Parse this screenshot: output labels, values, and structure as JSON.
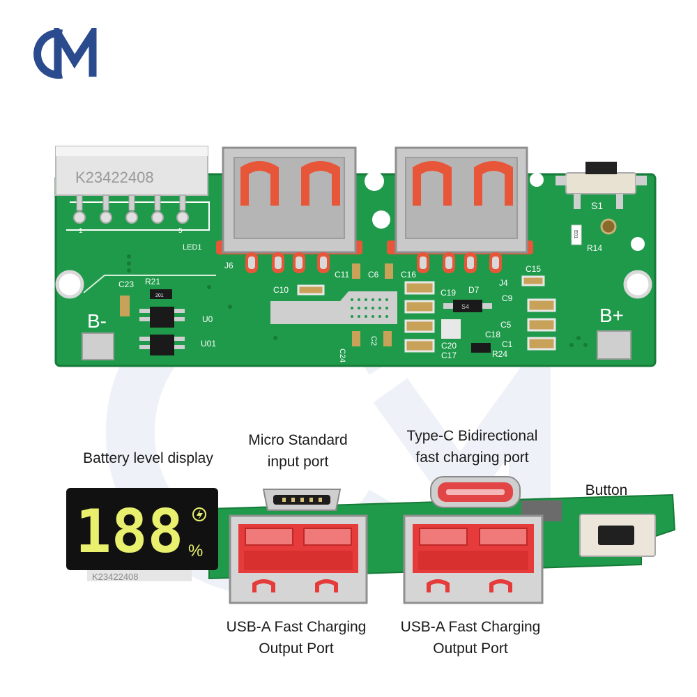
{
  "brand": {
    "logo_text": "CM",
    "color": "#2a4b8d"
  },
  "top_board": {
    "display_module_code": "K23422408",
    "pin_labels": [
      "1",
      "5"
    ],
    "silkscreen": {
      "led1": "LED1",
      "j6": "J6",
      "j4": "J4",
      "s1": "S1",
      "r14": "R14",
      "c23": "C23",
      "r21": "R21",
      "u0": "U0",
      "u01": "U01",
      "b_minus": "B-",
      "b_plus": "B+",
      "c10": "C10",
      "c11": "C11",
      "c6": "C6",
      "c16": "C16",
      "c19": "C19",
      "d7": "D7",
      "c15": "C15",
      "c9": "C9",
      "c5": "C5",
      "c18": "C18",
      "c1": "C1",
      "c20": "C20",
      "c17": "C17",
      "r24": "R24",
      "c24": "C24",
      "c2": "C2",
      "r21_chip": "201",
      "led_chip": "E01",
      "d7_chip": "S4"
    },
    "colors": {
      "pcb": "#1f9a4a",
      "pcb_dark": "#167a38",
      "metal": "#c9c9c9",
      "usb_insert": "#e8563a",
      "pad": "#d9d9d9"
    }
  },
  "bottom_board": {
    "display_digits": "188",
    "display_unit": "%",
    "display_icon": "lightning-icon",
    "display_module_code": "K23422408",
    "colors": {
      "digit": "#e9f06e",
      "display_bg": "#111111",
      "usb_red": "#e63b3b",
      "typec_red": "#e14545"
    }
  },
  "captions": {
    "battery_display": "Battery level display",
    "micro_port_line1": "Micro Standard",
    "micro_port_line2": "input port",
    "typec_line1": "Type-C Bidirectional",
    "typec_line2": "fast charging port",
    "button": "Button",
    "usb_a_left_line1": "USB-A Fast Charging",
    "usb_a_left_line2": "Output Port",
    "usb_a_right_line1": "USB-A Fast Charging",
    "usb_a_right_line2": "Output Port"
  }
}
